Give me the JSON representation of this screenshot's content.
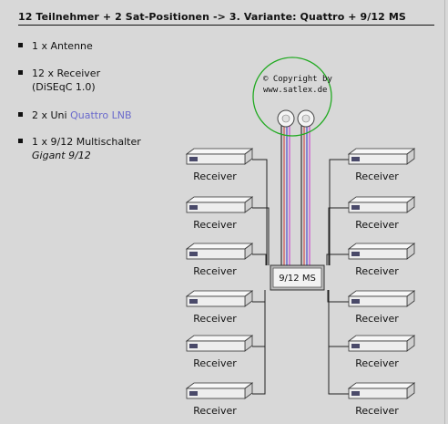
{
  "title": "12 Teilnehmer + 2 Sat-Positionen -> 3. Variante: Quattro + 9/12 MS",
  "items": [
    {
      "line1": "1 x Antenne",
      "line2": ""
    },
    {
      "line1": "12 x Receiver",
      "line2": "(DiSEqC 1.0)"
    },
    {
      "line1_prefix": "2 x Uni ",
      "line1_link": "Quattro LNB"
    },
    {
      "line1": "1 x 9/12 Multischalter",
      "line2": "Gigant 9/12"
    }
  ],
  "diagram": {
    "copyright_line1": "© Copyright by",
    "copyright_line2": "www.satlex.de",
    "multiswitch_label": "9/12 MS",
    "receiver_label": "Receiver",
    "receiver_count": 12,
    "cable_colors": [
      "#111111",
      "#cc3333",
      "#3333cc",
      "#cc33cc"
    ],
    "dish_color": "#22aa22"
  }
}
